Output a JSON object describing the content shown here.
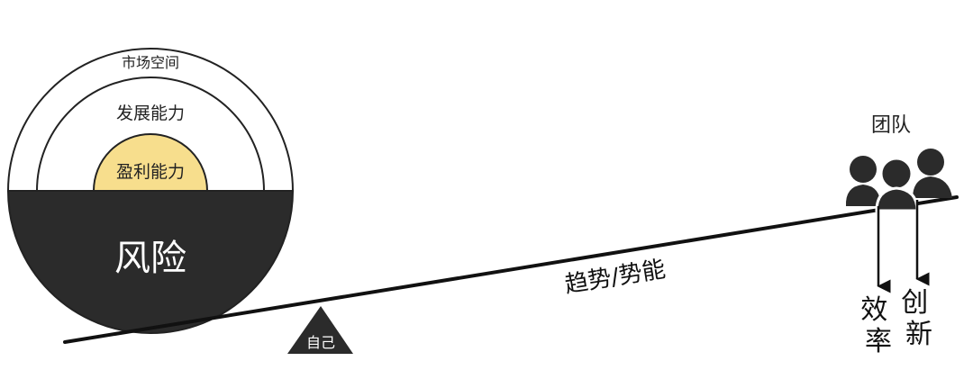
{
  "labels": {
    "market_space": "市场空间",
    "development_ability": "发展能力",
    "profit_ability": "盈利能力",
    "risk": "风险",
    "self": "自己",
    "trend": "趋势/势能",
    "team": "团队",
    "efficiency": "效\n率",
    "innovation": "创\n新"
  },
  "colors": {
    "risk_fill": "#2b2b2b",
    "profit_fill": "#f7de8d",
    "line": "#111111",
    "team_icon": "#2b2b2b",
    "white_text": "#ffffff"
  },
  "icons": [
    "team-people-icon",
    "arrow-down-icon"
  ]
}
